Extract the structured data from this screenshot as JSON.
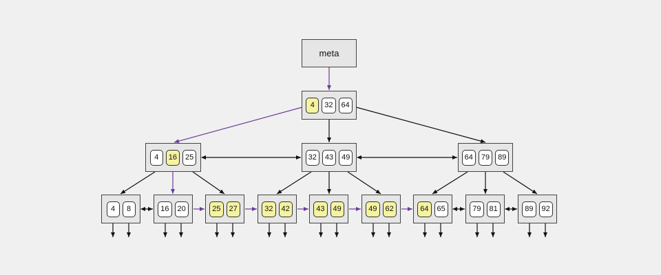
{
  "meta": {
    "label": "meta"
  },
  "colors": {
    "highlight": "#f5f3a0",
    "search_path": "#6a3d9a",
    "edge": "#111111"
  },
  "root": {
    "keys": [
      {
        "v": "4",
        "hl": true
      },
      {
        "v": "32",
        "hl": false
      },
      {
        "v": "64",
        "hl": false
      }
    ]
  },
  "internal": [
    {
      "keys": [
        {
          "v": "4",
          "hl": false
        },
        {
          "v": "16",
          "hl": true
        },
        {
          "v": "25",
          "hl": false
        }
      ]
    },
    {
      "keys": [
        {
          "v": "32",
          "hl": false
        },
        {
          "v": "43",
          "hl": false
        },
        {
          "v": "49",
          "hl": false
        }
      ]
    },
    {
      "keys": [
        {
          "v": "64",
          "hl": false
        },
        {
          "v": "79",
          "hl": false
        },
        {
          "v": "89",
          "hl": false
        }
      ]
    }
  ],
  "leaves": [
    {
      "keys": [
        {
          "v": "4",
          "hl": false
        },
        {
          "v": "8",
          "hl": false
        }
      ]
    },
    {
      "keys": [
        {
          "v": "16",
          "hl": false
        },
        {
          "v": "20",
          "hl": false
        }
      ]
    },
    {
      "keys": [
        {
          "v": "25",
          "hl": true
        },
        {
          "v": "27",
          "hl": true
        }
      ]
    },
    {
      "keys": [
        {
          "v": "32",
          "hl": true
        },
        {
          "v": "42",
          "hl": true
        }
      ]
    },
    {
      "keys": [
        {
          "v": "43",
          "hl": true
        },
        {
          "v": "49",
          "hl": true
        }
      ]
    },
    {
      "keys": [
        {
          "v": "49",
          "hl": true
        },
        {
          "v": "62",
          "hl": true
        }
      ]
    },
    {
      "keys": [
        {
          "v": "64",
          "hl": true
        },
        {
          "v": "65",
          "hl": false
        }
      ]
    },
    {
      "keys": [
        {
          "v": "79",
          "hl": false
        },
        {
          "v": "81",
          "hl": false
        }
      ]
    },
    {
      "keys": [
        {
          "v": "89",
          "hl": false
        },
        {
          "v": "92",
          "hl": false
        }
      ]
    }
  ]
}
